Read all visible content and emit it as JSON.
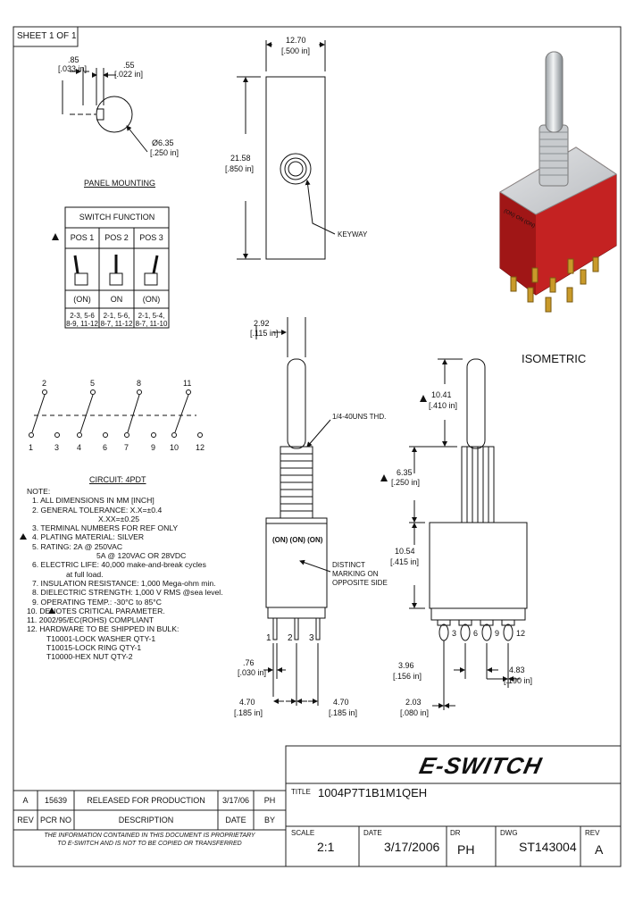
{
  "sheet": "SHEET 1 OF 1",
  "panel": {
    "dim_slot": ".85",
    "dim_slot_in": "[.033 in]",
    "dim_key": ".55",
    "dim_key_in": "[.022 in]",
    "dim_dia": "Ø6.35",
    "dim_dia_in": "[.250 in]",
    "label": "PANEL MOUNTING"
  },
  "top_view": {
    "width": "12.70",
    "width_in": "[.500 in]",
    "height": "21.58",
    "height_in": "[.850 in]",
    "keyway": "KEYWAY"
  },
  "switch_function": {
    "title": "SWITCH FUNCTION",
    "headers": [
      "POS 1",
      "POS 2",
      "POS 3"
    ],
    "modes": [
      "(ON)",
      "ON",
      "(ON)"
    ],
    "connections": [
      [
        "2-3, 5-6",
        "8-9, 11-12"
      ],
      [
        "2-1, 5-6,",
        "8-7, 11-12"
      ],
      [
        "2-1, 5-4,",
        "8-7, 11-10"
      ]
    ]
  },
  "circuit": {
    "top_pins": [
      "2",
      "5",
      "8",
      "11"
    ],
    "bottom_pins": [
      "1",
      "3",
      "4",
      "6",
      "7",
      "9",
      "10",
      "12"
    ],
    "label": "CIRCUIT: 4PDT"
  },
  "notes": {
    "title": "NOTE:",
    "lines": [
      "1. ALL DIMENSIONS IN MM [INCH]",
      "2. GENERAL TOLERANCE: X.X=±0.4",
      "X.XX=±0.25",
      "3. TERMINAL NUMBERS FOR REF ONLY",
      "4. PLATING MATERIAL: SILVER",
      "5. RATING: 2A @ 250VAC",
      "5A @ 120VAC OR 28VDC",
      "6. ELECTRIC LIFE: 40,000 make-and-break cycles",
      "at full load.",
      "7. INSULATION RESISTANCE: 1,000 Mega-ohm min.",
      "8. DIELECTRIC STRENGTH: 1,000 V RMS @sea level.",
      "9. OPERATING TEMP.: -30°C to 85°C",
      "10. DENOTES CRITICAL PARAMETER.",
      "11. 2002/95/EC(ROHS) COMPLIANT",
      "12. HARDWARE TO BE SHIPPED IN BULK:",
      "T10001-LOCK WASHER QTY-1",
      "T10015-LOCK RING        QTY-1",
      "T10000-HEX NUT          QTY-2"
    ]
  },
  "front_view": {
    "angle": "2.92",
    "angle_in": "[.115 in]",
    "thread": "1/4-40UNS THD.",
    "marking": "(ON) (ON) (ON)",
    "note": [
      "DISTINCT",
      "MARKING ON",
      "OPPOSITE SIDE"
    ],
    "pins": [
      "1",
      "2",
      "3"
    ],
    "dim_pin": ".76",
    "dim_pin_in": "[.030 in]",
    "dim_pitch_l": "4.70",
    "dim_pitch_l_in": "[.185 in]",
    "dim_pitch_r": "4.70",
    "dim_pitch_r_in": "[.185 in]"
  },
  "side_view": {
    "lever": "10.41",
    "lever_in": "[.410 in]",
    "bushing": "6.35",
    "bushing_in": "[.250 in]",
    "body": "10.54",
    "body_in": "[.415 in]",
    "pins": [
      "3",
      "6",
      "9",
      "12"
    ],
    "dim_a": "3.96",
    "dim_a_in": "[.156 in]",
    "dim_b": "4.83",
    "dim_b_in": "[.190 in]",
    "dim_c": "2.03",
    "dim_c_in": "[.080 in]"
  },
  "isometric": "ISOMETRIC",
  "revision": {
    "rev": "A",
    "pcn": "15639",
    "description": "RELEASED FOR PRODUCTION",
    "date": "3/17/06",
    "by": "PH",
    "headers": [
      "REV",
      "PCR NO",
      "DESCRIPTION",
      "DATE",
      "BY"
    ]
  },
  "confidential": [
    "THE INFORMATION CONTAINED IN THIS DOCUMENT IS PROPRIETARY",
    "TO E-SWITCH AND IS NOT TO BE COPIED OR TRANSFERRED"
  ],
  "title_block": {
    "logo": "E-SWITCH",
    "title_label": "TITLE",
    "title": "1004P7T1B1M1QEH",
    "scale_label": "SCALE",
    "scale": "2:1",
    "date_label": "DATE",
    "date": "3/17/2006",
    "dr_label": "DR",
    "dr": "PH",
    "dwg_label": "DWG",
    "dwg": "ST143004",
    "rev_label": "REV",
    "rev": "A"
  }
}
